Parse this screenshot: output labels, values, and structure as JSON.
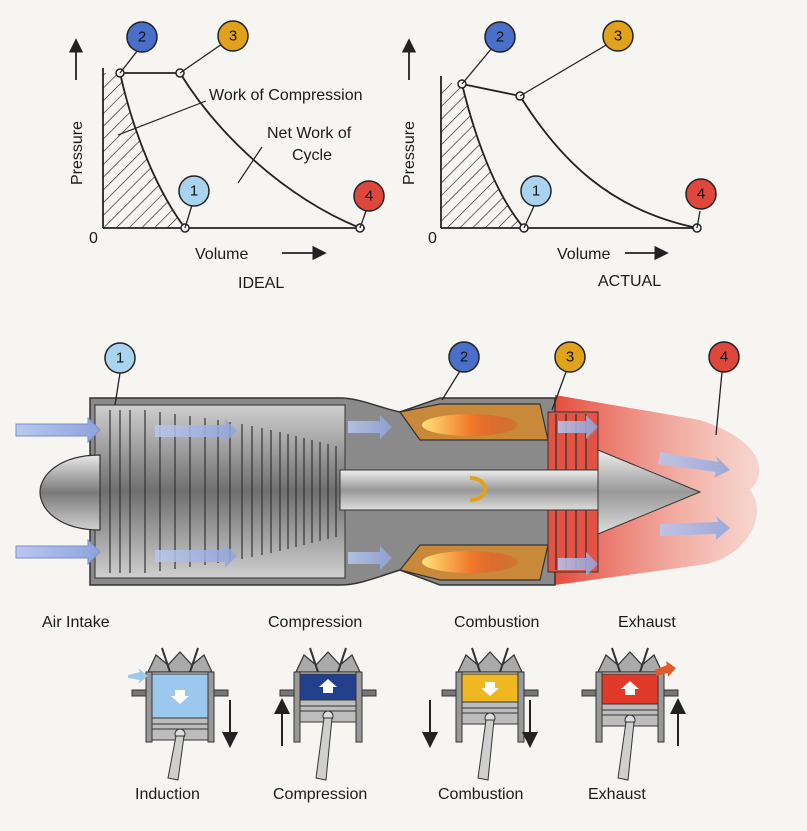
{
  "badge_colors": {
    "1": "#a9d4f0",
    "2": "#4a6fc8",
    "3": "#e0a21a",
    "4": "#e0473c"
  },
  "ideal_chart": {
    "title": "IDEAL",
    "x_label": "Volume",
    "y_label": "Pressure",
    "origin": "0",
    "annotations": [
      "Work of Compression",
      "Net Work of",
      "Cycle"
    ],
    "points": [
      "1",
      "2",
      "3",
      "4"
    ]
  },
  "actual_chart": {
    "title": "ACTUAL",
    "x_label": "Volume",
    "y_label": "Pressure",
    "origin": "0",
    "points": [
      "1",
      "2",
      "3",
      "4"
    ]
  },
  "engine": {
    "points": [
      "1",
      "2",
      "3",
      "4"
    ],
    "stage_labels": [
      "Air Intake",
      "Compression",
      "Combustion",
      "Exhaust"
    ]
  },
  "piston": {
    "labels": [
      "Induction",
      "Compression",
      "Combustion",
      "Exhaust"
    ],
    "chamber_colors": [
      "#9cc8ee",
      "#22408c",
      "#f0b820",
      "#e23a2a"
    ]
  }
}
